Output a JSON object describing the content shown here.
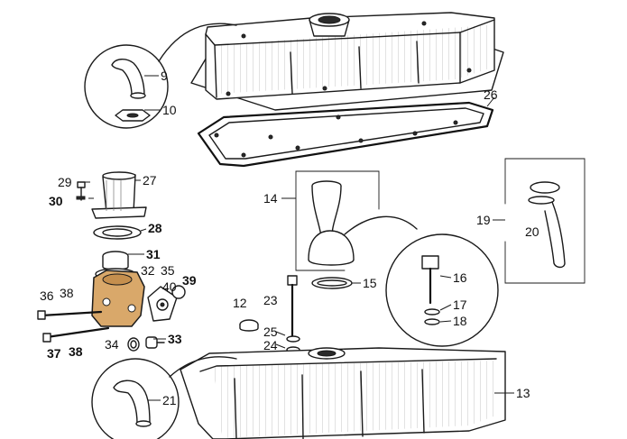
{
  "callouts": {
    "c9": "9",
    "c10": "10",
    "c12": "12",
    "c13": "13",
    "c14": "14",
    "c15": "15",
    "c16": "16",
    "c17": "17",
    "c18": "18",
    "c19": "19",
    "c20": "20",
    "c21": "21",
    "c23": "23",
    "c24": "24",
    "c25": "25",
    "c26": "26",
    "c27": "27",
    "c28": "28",
    "c29": "29",
    "c30": "30",
    "c31": "31",
    "c32": "32",
    "c33": "33",
    "c34": "34",
    "c35": "35",
    "c36": "36",
    "c37": "37",
    "c38a": "38",
    "c38b": "38",
    "c39": "39",
    "c40": "40"
  },
  "colors": {
    "highlight": "#d9a86a",
    "line": "#1a1a1a",
    "background": "#ffffff"
  }
}
